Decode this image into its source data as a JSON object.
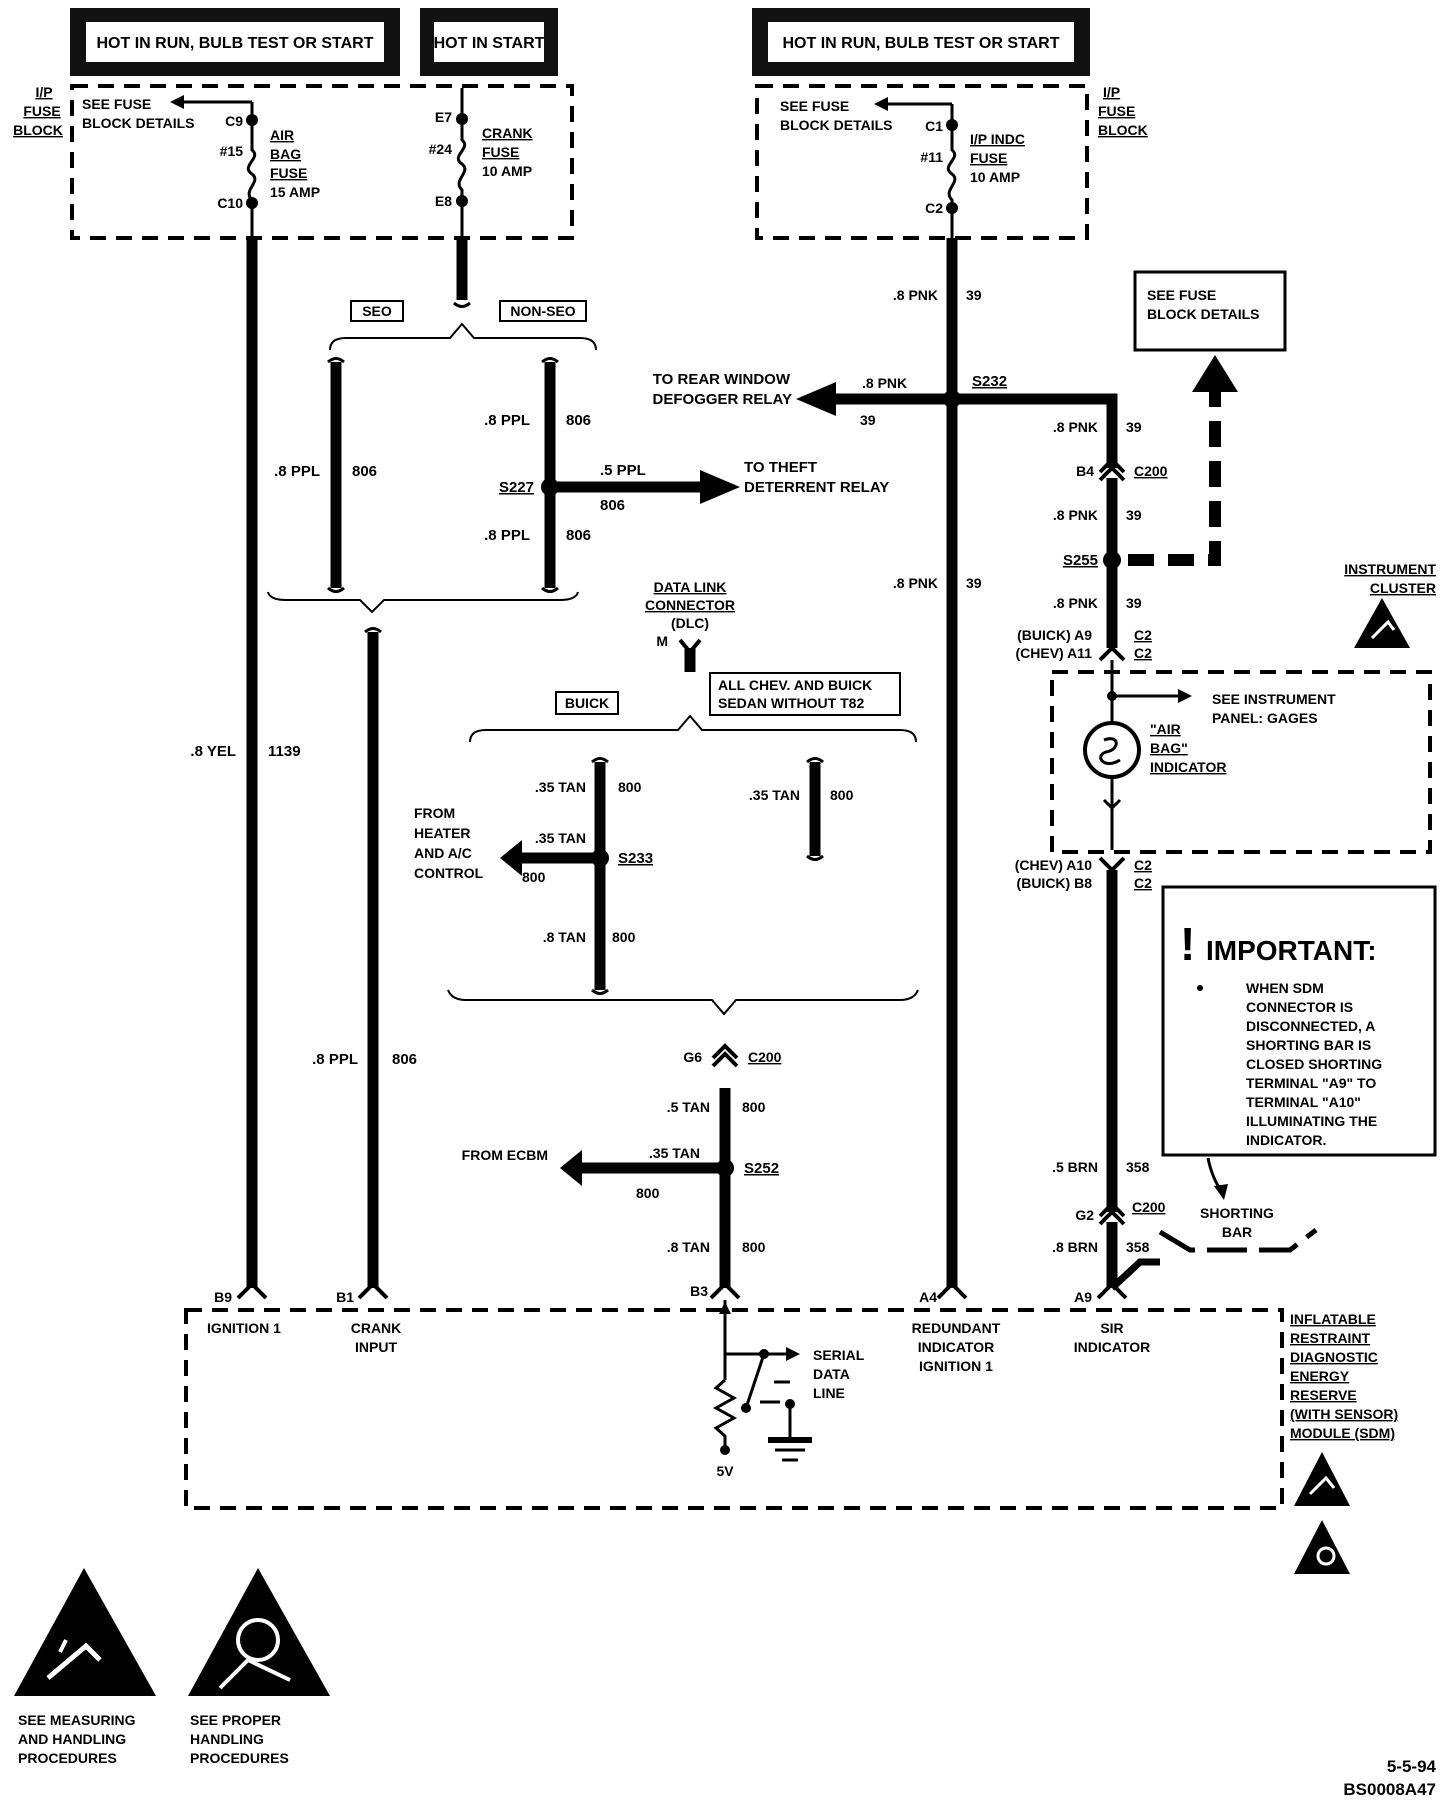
{
  "supply": {
    "hot1": "HOT IN RUN, BULB TEST OR START",
    "hot2": "HOT IN START",
    "hot3": "HOT IN RUN, BULB TEST OR START"
  },
  "fuse_block_left": {
    "title_l1": "I/P",
    "title_l2": "FUSE",
    "title_l3": "BLOCK",
    "see_l1": "SEE FUSE",
    "see_l2": "BLOCK DETAILS",
    "c9": "C9",
    "num15": "#15",
    "air_l1": "AIR",
    "air_l2": "BAG",
    "air_l3": "FUSE",
    "air_l4": "15 AMP",
    "c10": "C10",
    "e7": "E7",
    "num24": "#24",
    "crank_l1": "CRANK",
    "crank_l2": "FUSE",
    "crank_l3": "10 AMP",
    "e8": "E8"
  },
  "fuse_block_right": {
    "title_l1": "I/P",
    "title_l2": "FUSE",
    "title_l3": "BLOCK",
    "see_l1": "SEE FUSE",
    "see_l2": "BLOCK DETAILS",
    "c1": "C1",
    "num11": "#11",
    "indc_l1": "I/P INDC",
    "indc_l2": "FUSE",
    "indc_l3": "10 AMP",
    "c2": "C2"
  },
  "options": {
    "seo": "SEO",
    "non_seo": "NON-SEO",
    "buick": "BUICK",
    "chev_l1": "ALL CHEV. AND BUICK",
    "chev_l2": "SEDAN WITHOUT T82"
  },
  "wires": {
    "yel_gauge": ".8 YEL",
    "yel_circuit": "1139",
    "ppl_seo_gauge": ".8 PPL",
    "ppl_seo_circuit": "806",
    "ppl_ns_top_gauge": ".8 PPL",
    "ppl_ns_top_circuit": "806",
    "ppl_ns_bot_gauge": ".8 PPL",
    "ppl_ns_bot_circuit": "806",
    "ppl_theft_gauge": ".5 PPL",
    "ppl_theft_circuit": "806",
    "ppl_crank_gauge": ".8 PPL",
    "ppl_crank_circuit": "806",
    "pnk_top_gauge": ".8 PNK",
    "pnk_top_circuit": "39",
    "pnk_defog_gauge": ".8 PNK",
    "pnk_defog_circuit": "39",
    "pnk_mid_gauge": ".8 PNK",
    "pnk_mid_circuit": "39",
    "pnk_r1_gauge": ".8 PNK",
    "pnk_r1_circuit": "39",
    "pnk_r2_gauge": ".8 PNK",
    "pnk_r2_circuit": "39",
    "pnk_r3_gauge": ".8 PNK",
    "pnk_r3_circuit": "39",
    "tan_b1_gauge": ".35 TAN",
    "tan_b1_circuit": "800",
    "tan_heater_gauge": ".35 TAN",
    "tan_heater_circuit": "800",
    "tan_b2_gauge": ".8 TAN",
    "tan_b2_circuit": "800",
    "tan_chev_gauge": ".35 TAN",
    "tan_chev_circuit": "800",
    "tan_c1_gauge": ".5 TAN",
    "tan_c1_circuit": "800",
    "tan_ecbm_gauge": ".35 TAN",
    "tan_ecbm_circuit": "800",
    "tan_c2_gauge": ".8 TAN",
    "tan_c2_circuit": "800",
    "brn1_gauge": ".5 BRN",
    "brn1_circuit": "358",
    "brn2_gauge": ".8 BRN",
    "brn2_circuit": "358"
  },
  "splices": {
    "s227": "S227",
    "s232": "S232",
    "s255": "S255",
    "s233": "S233",
    "s252": "S252"
  },
  "connectors": {
    "b4": "B4",
    "c200_top": "C200",
    "buick_a9": "(BUICK) A9",
    "chev_a11": "(CHEV) A11",
    "c2_a": "C2",
    "c2_b": "C2",
    "chev_a10": "(CHEV) A10",
    "buick_b8": "(BUICK) B8",
    "c2_c": "C2",
    "c2_d": "C2",
    "g6": "G6",
    "c200_mid": "C200",
    "g2": "G2",
    "c200_bot": "C200",
    "dlc_m": "M"
  },
  "destinations": {
    "defog_l1": "TO REAR WINDOW",
    "defog_l2": "DEFOGGER RELAY",
    "theft_l1": "TO THEFT",
    "theft_l2": "DETERRENT RELAY",
    "see_fuse_r_l1": "SEE FUSE",
    "see_fuse_r_l2": "BLOCK DETAILS",
    "dlc_l1": "DATA LINK",
    "dlc_l2": "CONNECTOR",
    "dlc_l3": "(DLC)",
    "heater_l1": "FROM",
    "heater_l2": "HEATER",
    "heater_l3": "AND A/C",
    "heater_l4": "CONTROL",
    "ecbm": "FROM ECBM"
  },
  "cluster": {
    "title_l1": "INSTRUMENT",
    "title_l2": "CLUSTER",
    "see_l1": "SEE INSTRUMENT",
    "see_l2": "PANEL: GAGES",
    "ind_l1": "\"AIR",
    "ind_l2": "BAG\"",
    "ind_l3": "INDICATOR"
  },
  "important": {
    "bang": "!",
    "title": "IMPORTANT:",
    "l1": "WHEN SDM",
    "l2": "CONNECTOR IS",
    "l3": "DISCONNECTED, A",
    "l4": "SHORTING BAR IS",
    "l5": "CLOSED SHORTING",
    "l6": "TERMINAL \"A9\" TO",
    "l7": "TERMINAL \"A10\"",
    "l8": "ILLUMINATING THE",
    "l9": "INDICATOR.",
    "shorting_l1": "SHORTING",
    "shorting_l2": "BAR"
  },
  "sdm": {
    "b9": "B9",
    "ign1": "IGNITION 1",
    "b1": "B1",
    "crank_l1": "CRANK",
    "crank_l2": "INPUT",
    "b3": "B3",
    "serial_l1": "SERIAL",
    "serial_l2": "DATA",
    "serial_l3": "LINE",
    "fivev": "5V",
    "a4": "A4",
    "red_l1": "REDUNDANT",
    "red_l2": "INDICATOR",
    "red_l3": "IGNITION 1",
    "a9": "A9",
    "sir_l1": "SIR",
    "sir_l2": "INDICATOR",
    "title_l1": "INFLATABLE",
    "title_l2": "RESTRAINT",
    "title_l3": "DIAGNOSTIC",
    "title_l4": "ENERGY",
    "title_l5": "RESERVE",
    "title_l6": "(WITH SENSOR)",
    "title_l7": "MODULE (SDM)"
  },
  "footer": {
    "measure_l1": "SEE MEASURING",
    "measure_l2": "AND HANDLING",
    "measure_l3": "PROCEDURES",
    "handling_l1": "SEE PROPER",
    "handling_l2": "HANDLING",
    "handling_l3": "PROCEDURES",
    "date": "5-5-94",
    "code": "BS0008A47"
  },
  "icons": [
    "esd-warning-icon",
    "airbag-warning-icon",
    "bulb-indicator-icon",
    "ground-icon",
    "resistor-icon",
    "switch-icon",
    "fuse-icon"
  ]
}
